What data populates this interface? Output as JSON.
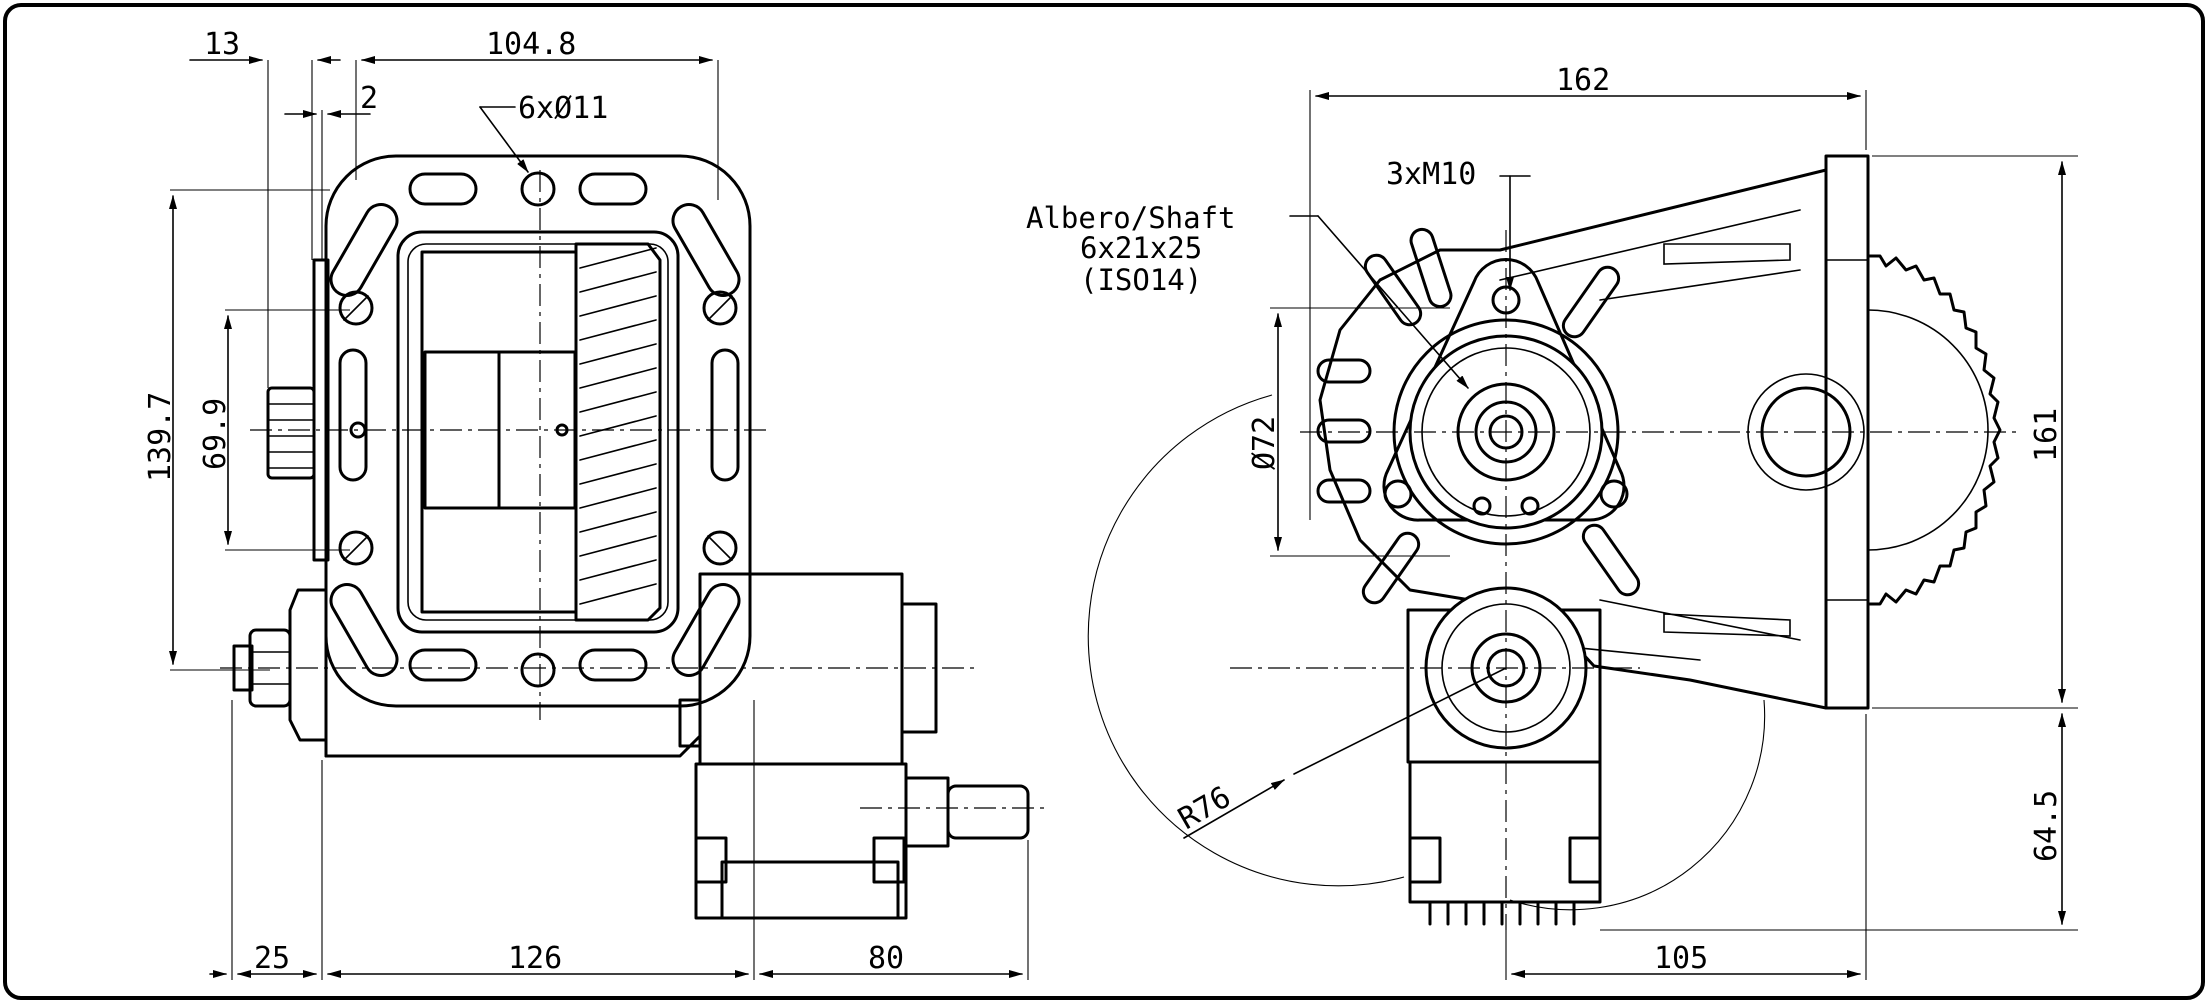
{
  "drawing": {
    "left_view": {
      "dimensions": {
        "d13": "13",
        "d104_8": "104.8",
        "d2": "2",
        "holes": "6xØ11",
        "d139_7": "139.7",
        "d69_9": "69.9",
        "d25": "25",
        "d126": "126",
        "d80": "80"
      }
    },
    "right_view": {
      "dimensions": {
        "d162": "162",
        "thread": "3xM10",
        "d72": "Ø72",
        "d161": "161",
        "r76": "R76",
        "d64_5": "64.5",
        "d105": "105"
      },
      "shaft_note": {
        "line1": "Albero/Shaft",
        "line2": "6x21x25",
        "line3": "(ISO14)"
      }
    }
  }
}
